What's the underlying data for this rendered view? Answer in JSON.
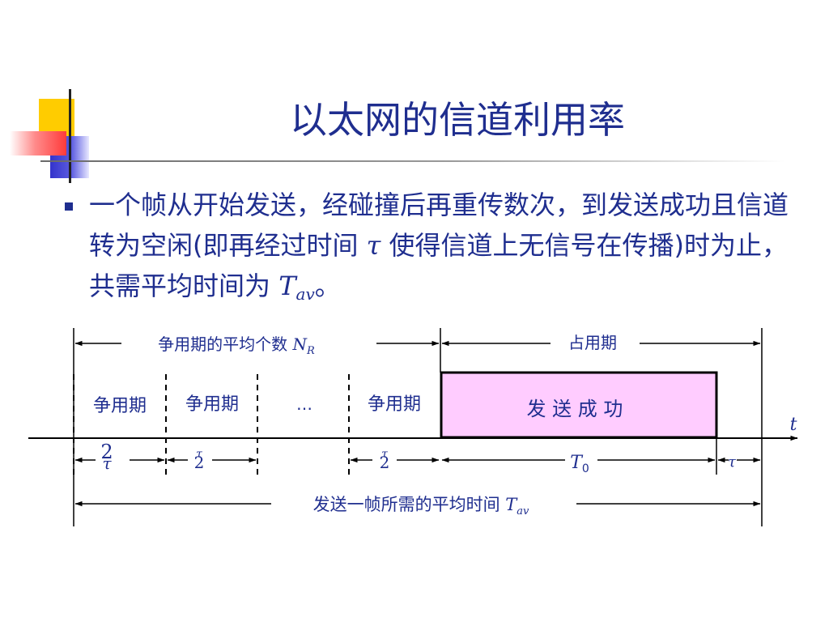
{
  "slide": {
    "title": "以太网的信道利用率",
    "bullet": {
      "part1": "一个帧从开始发送，经碰撞后再重传数次，到发送成功且信道转为空闲(即再经过时间",
      "tau": "τ",
      "part2": "使得信道上无信号在传播)时为止，共需平均时间为",
      "T": "T",
      "T_sub": "av",
      "end": "。"
    }
  },
  "diagram": {
    "contention_count_label": "争用期的平均个数",
    "contention_count_symbol": "N",
    "contention_count_sub": "R",
    "occupied_label": "占用期",
    "contention_period_label": "争用期",
    "ellipsis": "…",
    "success_label": "发 送 成 功",
    "time_axis": "t",
    "dim_2tau_top": "2",
    "dim_2tau_bottom": "τ",
    "dim_tau_small": "τ",
    "dim_two": "2",
    "T0_symbol": "T",
    "T0_sub": "0",
    "tau_end": "τ",
    "avg_time_label": "发送一帧所需的平均时间",
    "avg_time_symbol": "T",
    "avg_time_sub": "av"
  },
  "colors": {
    "title": "#1f2e8f",
    "success_box_fill": "#ffccff",
    "deco_yellow": "#ffcc00",
    "deco_blue": "#3333cc",
    "deco_red": "#ff3b3b"
  }
}
